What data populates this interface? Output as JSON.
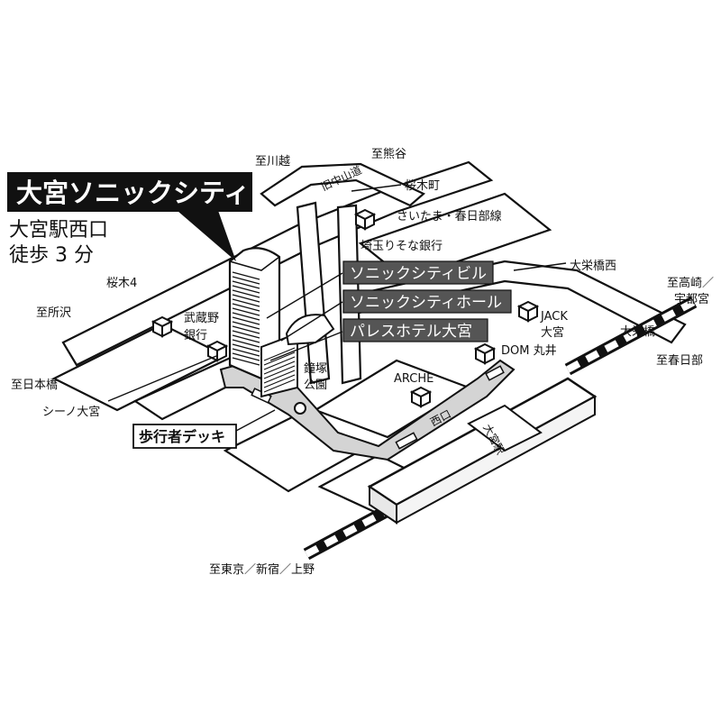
{
  "title": {
    "name": "大宮ソニックシティ",
    "access_line1": "大宮駅西口",
    "access_line2": "徒歩 3 分"
  },
  "buildings": {
    "sonic_city_building": "ソニックシティビル",
    "sonic_city_hall": "ソニックシティホール",
    "palace_hotel": "パレスホテル大宮"
  },
  "deck_label": "歩行者デッキ",
  "places": {
    "to_kawagoe": "至川越",
    "to_kumagaya": "至熊谷",
    "sakuragicho": "桜木町",
    "saitama_kasukabe_line": "さいたま・春日部線",
    "saitama_resona": "埼玉りそな銀行",
    "sakuragi4": "桜木4",
    "to_tokorozawa": "至所沢",
    "musashino_bank_1": "武蔵野",
    "musashino_bank_2": "銀行",
    "to_nihonbashi": "至日本橋",
    "shino_omiya": "シーノ大宮",
    "kamazuka_1": "鐘塚",
    "kamazuka_2": "公園",
    "arche": "ARCHE",
    "dom_marui": "DOM 丸井",
    "jack_1": "JACK",
    "jack_2": "大宮",
    "omiya_bashi_nishi": "大栄橋西",
    "to_takasaki_1": "至高崎／",
    "to_takasaki_2": "宇都宮",
    "omiya_bashi": "大栄橋",
    "to_kasukabe": "至春日部",
    "to_tokyo": "至東京／新宿／上野",
    "road_17": "旧中山道",
    "west_exit": "西口",
    "omiya_station": "大宮駅"
  },
  "colors": {
    "title_bg": "#111111",
    "building_label_bg": "#555555",
    "deck_fill": "#d4d4d4",
    "line": "#111111"
  }
}
